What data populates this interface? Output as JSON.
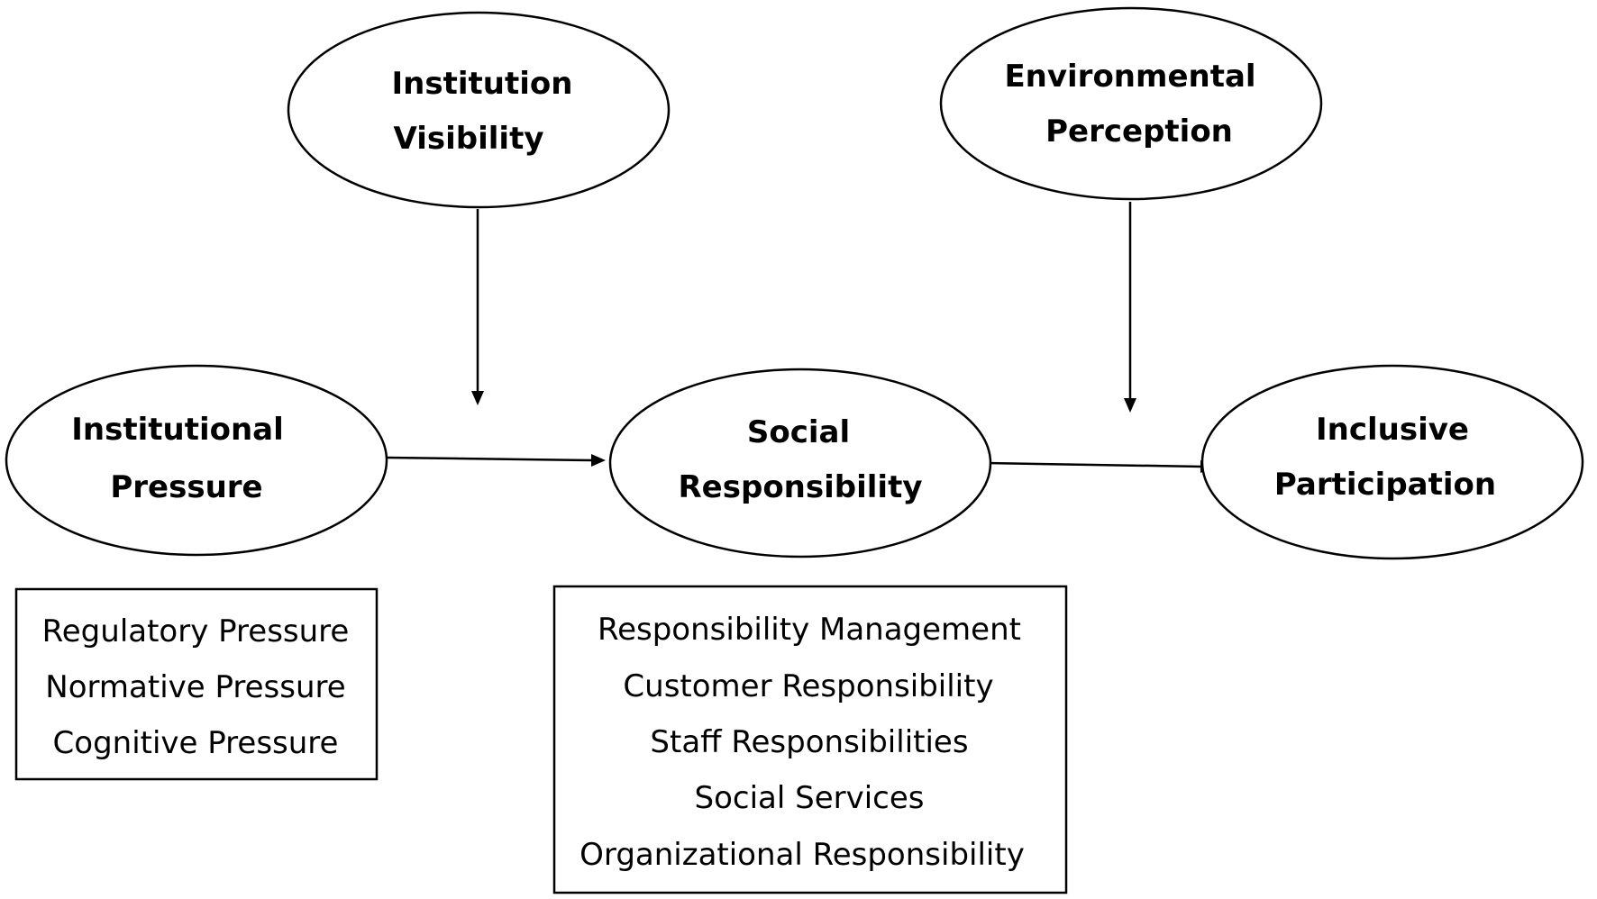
{
  "nodes": {
    "institution_visibility": {
      "lines": [
        "Institution",
        "Visibility"
      ]
    },
    "environmental_perception": {
      "lines": [
        "Environmental",
        "Perception"
      ]
    },
    "institutional_pressure": {
      "lines": [
        "Institutional",
        "Pressure"
      ]
    },
    "social_responsibility": {
      "lines": [
        "Social",
        "Responsibility"
      ]
    },
    "inclusive_participation": {
      "lines": [
        "Inclusive",
        "Participation"
      ]
    }
  },
  "boxes": {
    "institutional_pressure_dimensions": {
      "items": [
        "Regulatory Pressure",
        "Normative Pressure",
        "Cognitive Pressure"
      ]
    },
    "social_responsibility_dimensions": {
      "items": [
        "Responsibility Management",
        "Customer Responsibility",
        "Staff Responsibilities",
        "Social Services",
        "Organizational Responsibility"
      ]
    }
  },
  "colors": {
    "stroke": "#000000",
    "background": "#ffffff",
    "text": "#000000"
  }
}
